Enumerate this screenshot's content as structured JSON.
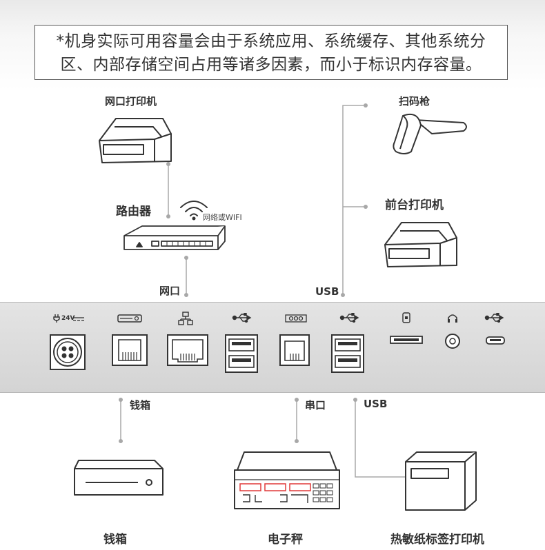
{
  "notice": {
    "line1": "*机身实际可用容量会由于系统应用、系统缓存、其他系统分",
    "line2": "区、内部存储空间占用等诸多因素，而小于标识内存容量。"
  },
  "devices": {
    "network_printer": "网口打印机",
    "router": "路由器",
    "wifi": "网络或WIFI",
    "lan_port": "网口",
    "scanner": "扫码枪",
    "front_printer": "前台打印机",
    "usb_top": "USB",
    "cash_drawer_port": "钱箱",
    "serial_port": "串口",
    "usb_bottom": "USB",
    "cash_drawer": "钱箱",
    "scale": "电子秤",
    "thermal_printer": "热敏纸标签打印机"
  },
  "ports": {
    "power_label": "24V"
  },
  "colors": {
    "line": "#a8a8a8",
    "panel": "#dcdcdc",
    "device_stroke": "#333333",
    "scale_display": "#e03a3a"
  }
}
